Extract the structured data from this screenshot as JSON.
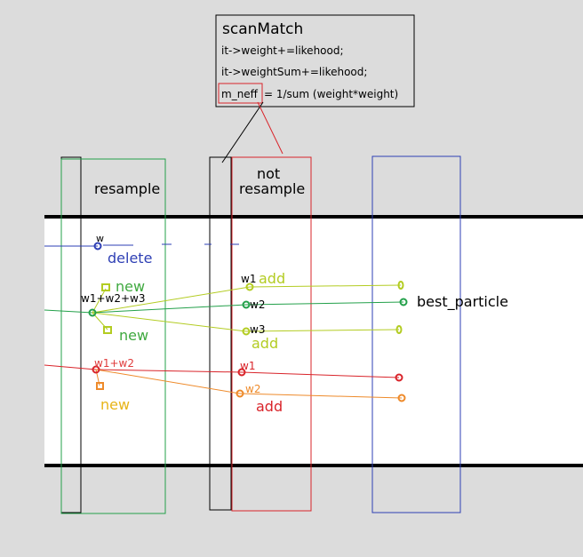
{
  "scanmatch_box": {
    "title": "scanMatch",
    "line1": "it->weight+=likehood;",
    "line2": "it->weightSum+=likehood;",
    "line3_var": "m_neff",
    "line3_rest": "= 1/sum  (weight*weight)"
  },
  "columns": {
    "resample": "resample",
    "not_resample_line1": "not",
    "not_resample_line2": "resample"
  },
  "labels": {
    "w": "w",
    "delete": "delete",
    "new_top": "new",
    "w_sum3": "w1+w2+w3",
    "new_mid": "new",
    "w_sum2": "w1+w2",
    "new_bottom": "new",
    "w1_green": "w1",
    "add_top": "add",
    "w2_green": "w2",
    "w3_green": "w3",
    "add_mid": "add",
    "best_particle": "best_particle",
    "w1_red": "w1",
    "w2_orange": "w2",
    "add_bottom": "add"
  },
  "colors": {
    "background": "#dcdcdc",
    "blue": "#2e3fb4",
    "green": "#23a04a",
    "lime": "#b3cc22",
    "red": "#d9242a",
    "orange": "#ee8a2a",
    "new_green": "#3fa93f",
    "new_yellow": "#e7b418",
    "sum_red": "#e03b3b"
  }
}
